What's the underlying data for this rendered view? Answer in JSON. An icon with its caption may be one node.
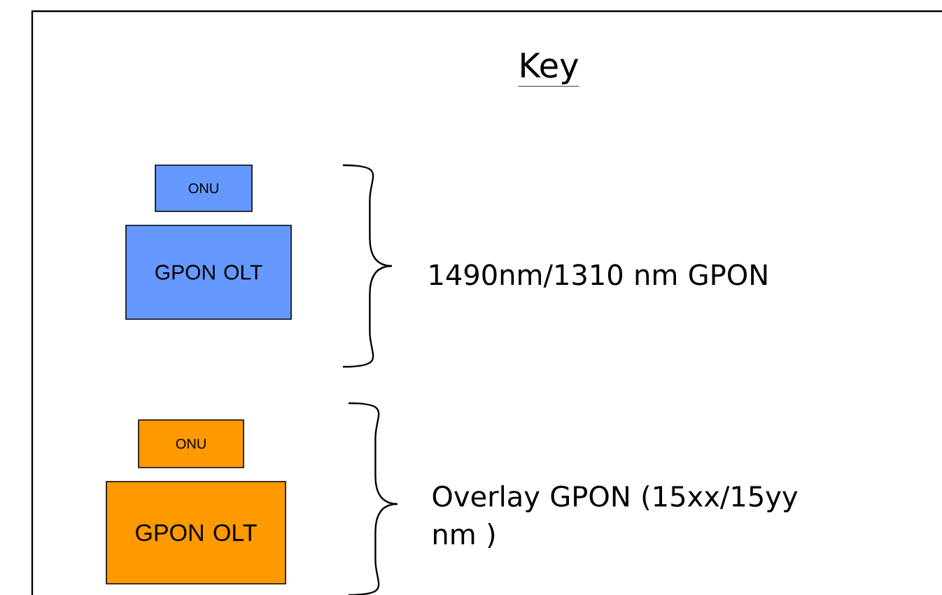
{
  "diagram": {
    "title": "Key",
    "nodes": [
      {
        "text": [
          "ONU"
        ]
      },
      {
        "text": [
          "GPON OLT"
        ]
      },
      {
        "text": [
          "ONU"
        ]
      },
      {
        "text": [
          "GPON OLT"
        ]
      }
    ],
    "labels": [
      "1490nm/1310 nm GPON",
      "Overlay GPON (15xx/15yy nm )"
    ]
  }
}
